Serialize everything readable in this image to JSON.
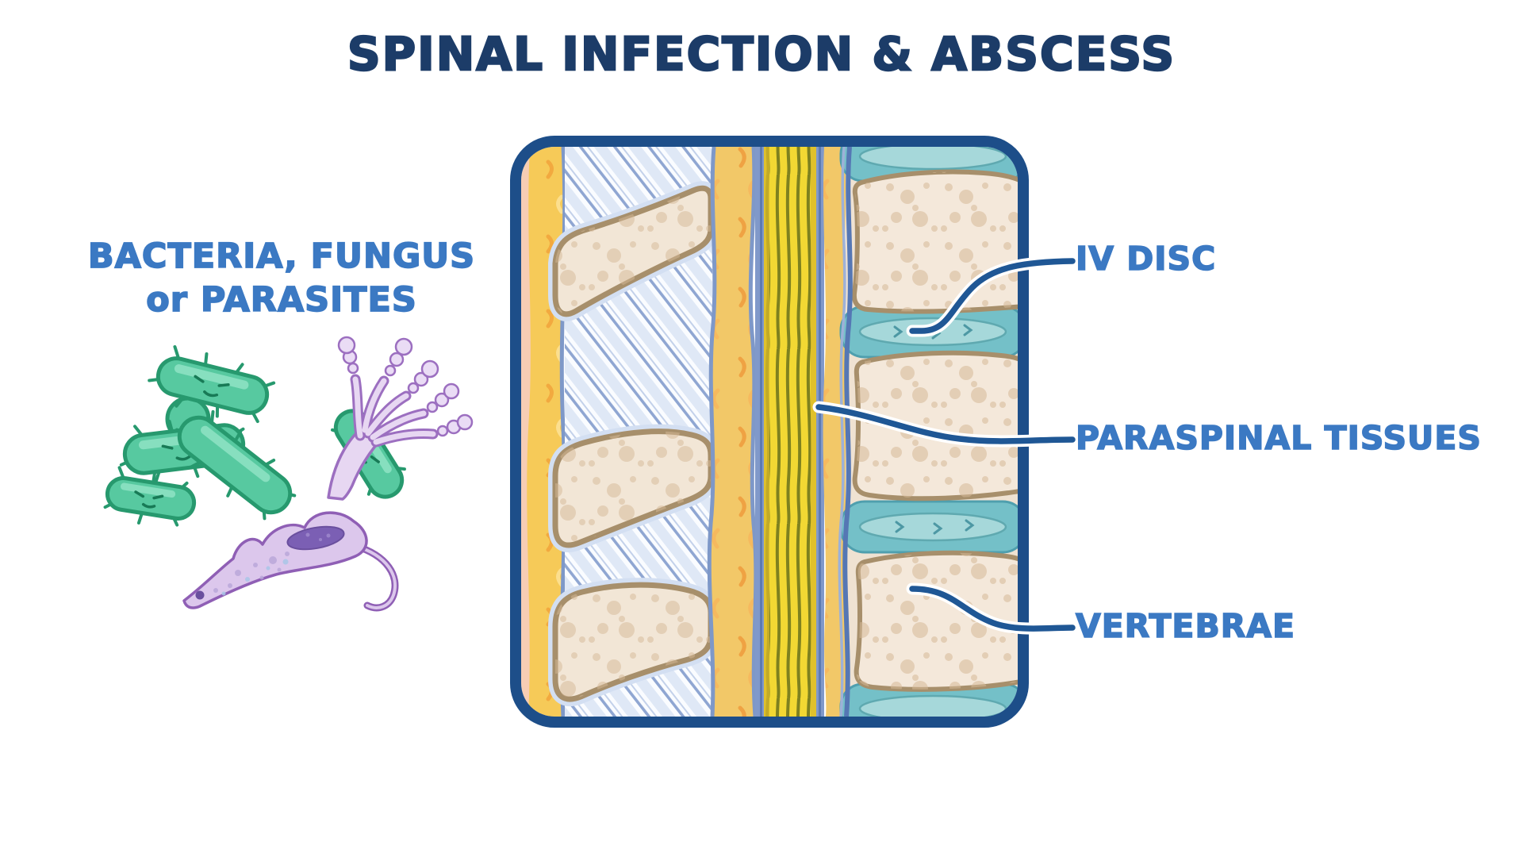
{
  "title": "SPINAL INFECTION & ABSCESS",
  "caption": {
    "line1": "BACTERIA, FUNGUS",
    "line2": "or PARASITES"
  },
  "labels": {
    "iv_disc": "IV DISC",
    "paraspinal": "PARASPINAL TISSUES",
    "vertebrae": "VERTEBRAE"
  },
  "illustrations": [
    "bacteria-illustration",
    "fungus-illustration",
    "parasite-illustration",
    "spine-cross-section-panel"
  ],
  "colors": {
    "title": "#1c3c68",
    "label": "#3b79c3",
    "panel_border": "#1d4e89",
    "leader_line": "#1f5795",
    "bacteria_green": "#57c9a0",
    "bacteria_outline": "#27996e",
    "fungus_lavender": "#e7d7f2",
    "fungus_outline": "#9c6fc0",
    "parasite_purple": "#dcc7ec",
    "parasite_nucleus": "#7b5fb4",
    "vertebra_beige": "#f4e8da",
    "vertebra_outline": "#a78f6b",
    "disc_teal": "#74c0c8",
    "disc_inner_teal": "#a6d8da",
    "nerve_yellow": "#f2d833",
    "fat_yellow": "#f2c868",
    "band_yellow": "#f6ca58",
    "ligament_blue": "#8fa6d2"
  }
}
